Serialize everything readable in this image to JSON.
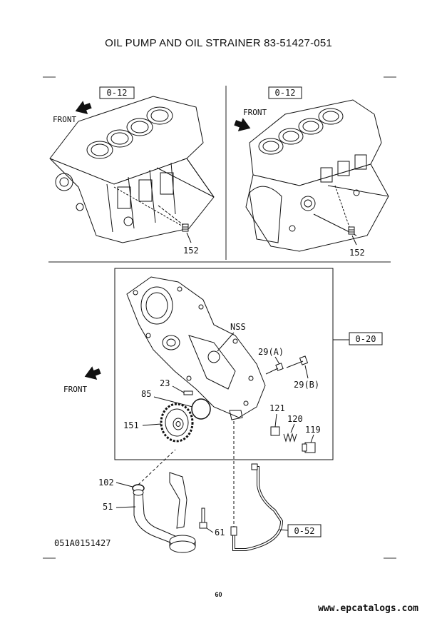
{
  "title": "OIL PUMP AND OIL STRAINER  83-51427-051",
  "page_number": "60",
  "watermark": "www.epcatalogs.com",
  "figure_code": "051A0151427",
  "refs": {
    "top_left": "0-12",
    "top_right": "0-12",
    "cover": "0-20",
    "pipe": "0-52"
  },
  "front_labels": {
    "top_left": "FRONT",
    "top_right": "FRONT",
    "bottom": "FRONT"
  },
  "callouts": {
    "plug_left": "152",
    "plug_right": "152",
    "nss": "NSS",
    "bolt_a": "29(A)",
    "bolt_b": "29(B)",
    "pin": "23",
    "oring": "85",
    "gear": "151",
    "cap": "121",
    "spring": "120",
    "plug": "119",
    "gasket": "102",
    "strainer": "51",
    "bolt": "61"
  }
}
